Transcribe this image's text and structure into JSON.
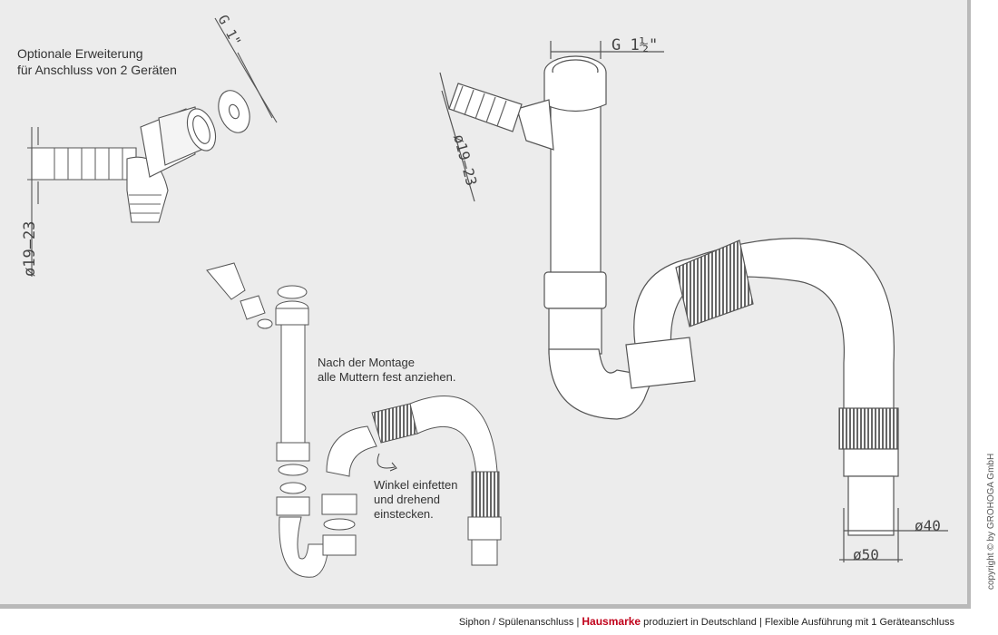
{
  "drawing": {
    "note_extension": [
      "Optionale Erweiterung",
      "für Anschluss von 2 Geräten"
    ],
    "note_assembly": [
      "Nach der Montage",
      "alle Muttern fest anziehen."
    ],
    "note_elbow": [
      "Winkel einfetten",
      "und drehend",
      "einstecken."
    ],
    "dim_thread_small": "G 1\"",
    "dim_hose_small": "ø19–23",
    "dim_thread_large": "G 1½\"",
    "dim_hose_large": "ø19–23",
    "dim_outlet_40": "ø40",
    "dim_outlet_50": "ø50"
  },
  "footer": {
    "product": "Siphon / Spülenanschluss |",
    "brand": "Hausmarke",
    "detail": "produziert in Deutschland | Flexible Ausführung mit 1 Geräteanschluss",
    "brand_color": "#c0001a"
  },
  "copyright": "copyright © by GROHOGA GmbH"
}
